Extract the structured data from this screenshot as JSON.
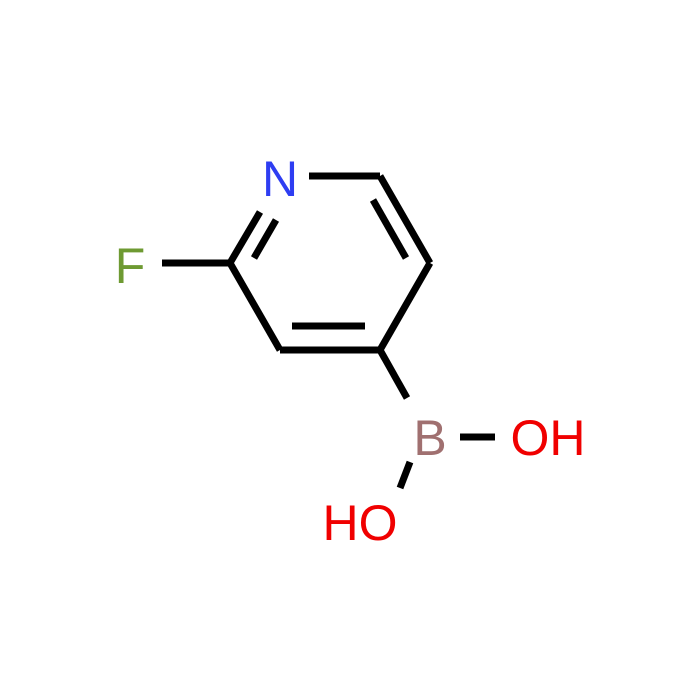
{
  "molecule": {
    "atoms": {
      "N": {
        "symbol": "N",
        "color": "#2E3DF2"
      },
      "F": {
        "symbol": "F",
        "color": "#6E9A32"
      },
      "B": {
        "symbol": "B",
        "color": "#A07070"
      },
      "OH_right": {
        "symbol": "OH",
        "color": "#F00000"
      },
      "HO_left": {
        "symbol": "HO",
        "color": "#F00000"
      }
    }
  }
}
